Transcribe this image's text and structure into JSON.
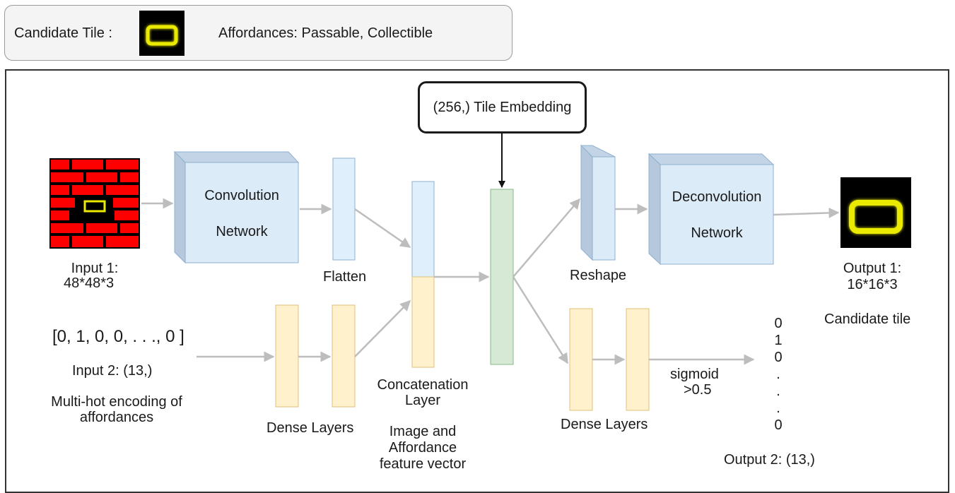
{
  "header": {
    "candidate_label": "Candidate Tile :",
    "affordances_text": "Affordances: Passable, Collectible"
  },
  "embedding": {
    "label": "(256,) Tile Embedding"
  },
  "blocks": {
    "conv_line1": "Convolution",
    "conv_line2": "Network",
    "deconv_line1": "Deconvolution",
    "deconv_line2": "Network"
  },
  "labels": {
    "input1_line1": "Input 1:",
    "input1_line2": "48*48*3",
    "flatten": "Flatten",
    "vector": "[0, 1, 0, 0, . . ., 0 ]",
    "input2": "Input 2: (13,)",
    "multihot_line1": "Multi-hot encoding of",
    "multihot_line2": "affordances",
    "dense_left": "Dense Layers",
    "concat_line1": "Concatenation",
    "concat_line2": "Layer",
    "feat_line1": "Image and",
    "feat_line2": "Affordance",
    "feat_line3": "feature vector",
    "reshape": "Reshape",
    "dense_right": "Dense Layers",
    "sigmoid_line1": "sigmoid",
    "sigmoid_line2": ">0.5",
    "output1_line1": "Output 1:",
    "output1_line2": "16*16*3",
    "candidate_tile": "Candidate tile",
    "output2": "Output 2: (13,)"
  },
  "output_vector": [
    "0",
    "1",
    "0",
    ".",
    ".",
    ".",
    "0"
  ],
  "colors": {
    "conv_block": "#dcebf8",
    "conv_block_side": "#c3d4e6",
    "layer_blue": "#dff0fc",
    "layer_yellow": "#fff1cc",
    "layer_green": "#d5e9d4",
    "brick_red": "#ff0000",
    "tile_yellow": "#eaea00",
    "arrow": "#bdbdbd"
  }
}
